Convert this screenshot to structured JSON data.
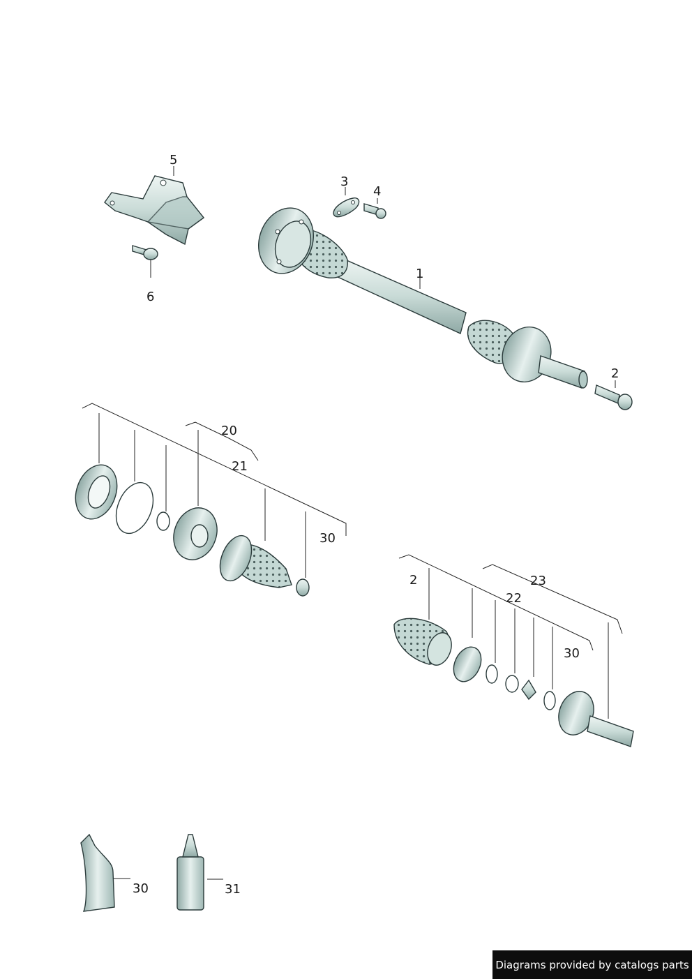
{
  "callouts": {
    "c1": "1",
    "c2a": "2",
    "c3": "3",
    "c4": "4",
    "c5": "5",
    "c6": "6",
    "c20": "20",
    "c21": "21",
    "c30a": "30",
    "c2b": "2",
    "c22": "22",
    "c23": "23",
    "c30b": "30",
    "c30c": "30",
    "c31": "31"
  },
  "credit": "Diagrams provided by catalogs parts",
  "colors": {
    "part_fill": "#d4e4e0",
    "part_shade": "#9fb8b4",
    "outline": "#2a3a3a",
    "credit_bg": "#0d0d0d"
  }
}
